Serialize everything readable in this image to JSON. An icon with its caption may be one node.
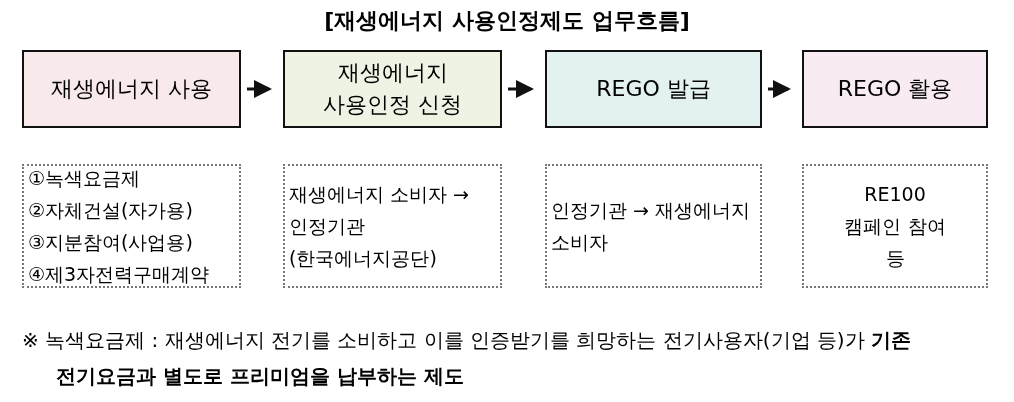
{
  "diagram": {
    "title": "[재생에너지 사용인정제도 업무흐름]",
    "nodes": [
      {
        "text": [
          "재생에너지 사용"
        ]
      },
      {
        "text": [
          "재생에너지 사용인정 신청"
        ]
      },
      {
        "text": [
          "REGO 발급"
        ]
      },
      {
        "text": [
          "REGO 활용"
        ]
      },
      {
        "text": [
          "①녹색요금제",
          "②자체건설(자가용)",
          "③지분참여(사업용)",
          "④제3자전력구매계약"
        ]
      },
      {
        "text": [
          "재생에너지 소비자 → 인정기관 (한국에너지공단)"
        ]
      },
      {
        "text": [
          "인정기관 → 재생에너지 소비자"
        ]
      },
      {
        "text": [
          "RE100 캠페인 참여 등"
        ]
      }
    ],
    "edges": [
      {
        "from": 0,
        "to": 1,
        "arrow": "to"
      },
      {
        "from": 1,
        "to": 2,
        "arrow": "to"
      },
      {
        "from": 2,
        "to": 3,
        "arrow": "to"
      }
    ],
    "labels": [
      "※ 녹색요금제 : 재생에너지 전기를 소비하고 이를 인증받기를 희망하는 전기사용자(기업 등)가 **기존 전기요금과 별도로 프리미엄을 납부하는 제도**"
    ]
  }
}
